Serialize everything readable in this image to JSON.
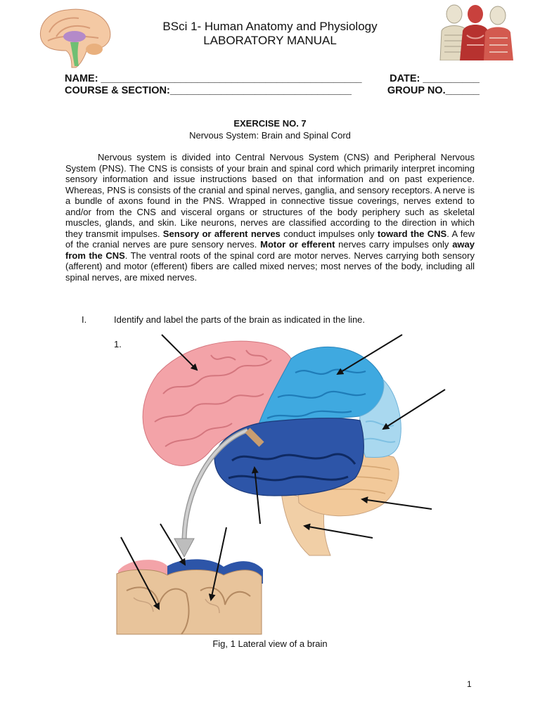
{
  "header": {
    "line1": "BSci 1- Human Anatomy and Physiology",
    "line2": "LABORATORY MANUAL"
  },
  "form": {
    "name_label": "NAME: ______________________________________________",
    "date_label": "DATE: __________",
    "course_label": "COURSE & SECTION:________________________________",
    "group_label": "GROUP NO.______"
  },
  "exercise": {
    "number": "EXERCISE NO. 7",
    "subtitle": "Nervous System: Brain and Spinal Cord"
  },
  "paragraph": {
    "p1": "Nervous system is divided into Central Nervous System (CNS) and Peripheral Nervous System (PNS). The CNS is consists of your brain and spinal cord which primarily interpret incoming sensory information and issue instructions based on that information and on past experience. Whereas, PNS is consists of the cranial and spinal nerves, ganglia, and sensory receptors. A nerve is a bundle of axons found in the PNS. Wrapped in connective tissue coverings, nerves extend to and/or from the CNS and visceral organs or structures of the body periphery such as skeletal muscles, glands, and skin. Like neurons, nerves are classified according to the direction in which they transmit impulses. ",
    "b1": "Sensory or afferent nerves",
    "p2": " conduct impulses only ",
    "b2": "toward the CNS",
    "p3": ". A few of the cranial nerves are pure sensory nerves. ",
    "b3": "Motor or efferent",
    "p4": " nerves carry impulses only ",
    "b4": "away from the CNS",
    "p5": ". The ventral roots of the spinal cord are motor nerves. Nerves carrying both sensory (afferent) and motor (efferent) fibers are called mixed nerves; most nerves of the body, including all spinal nerves, are mixed nerves."
  },
  "task": {
    "roman": "I.",
    "instruction": "Identify and label the parts of the brain as indicated in the line.",
    "item1": "1."
  },
  "figure": {
    "caption": "Fig, 1 Lateral view of a brain",
    "colors": {
      "frontal": "#f3a3a8",
      "parietal": "#3fa9e0",
      "occipital": "#a9d8ef",
      "temporal": "#2d55a8",
      "cerebellum": "#f2c99a",
      "brainstem": "#f1cfa6",
      "tissue": "#e8c49b"
    }
  },
  "footer": {
    "page": "1"
  }
}
